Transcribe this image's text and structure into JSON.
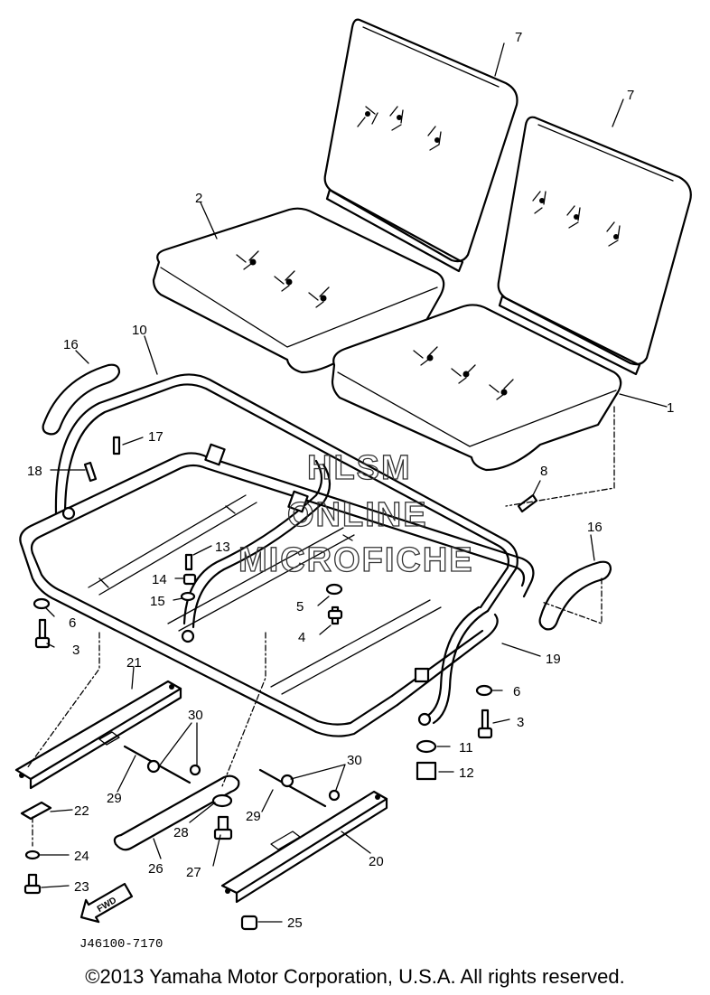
{
  "watermark": {
    "line1": "HLSM",
    "line2": "ONLINE",
    "line3": "MICROFICHE"
  },
  "callouts": {
    "c1": "1",
    "c2": "2",
    "c3a": "3",
    "c3b": "3",
    "c4": "4",
    "c5": "5",
    "c6a": "6",
    "c6b": "6",
    "c7a": "7",
    "c7b": "7",
    "c8": "8",
    "c10": "10",
    "c11": "11",
    "c12": "12",
    "c13": "13",
    "c14": "14",
    "c15": "15",
    "c16a": "16",
    "c16b": "16",
    "c17": "17",
    "c18": "18",
    "c19": "19",
    "c20": "20",
    "c21": "21",
    "c22": "22",
    "c23": "23",
    "c24": "24",
    "c25": "25",
    "c26": "26",
    "c27": "27",
    "c28": "28",
    "c29a": "29",
    "c29b": "29",
    "c30a": "30",
    "c30b": "30"
  },
  "front_arrow": "FWD",
  "drawing_code": "J46100-7170",
  "copyright": "©2013 Yamaha Motor Corporation, U.S.A. All rights reserved."
}
